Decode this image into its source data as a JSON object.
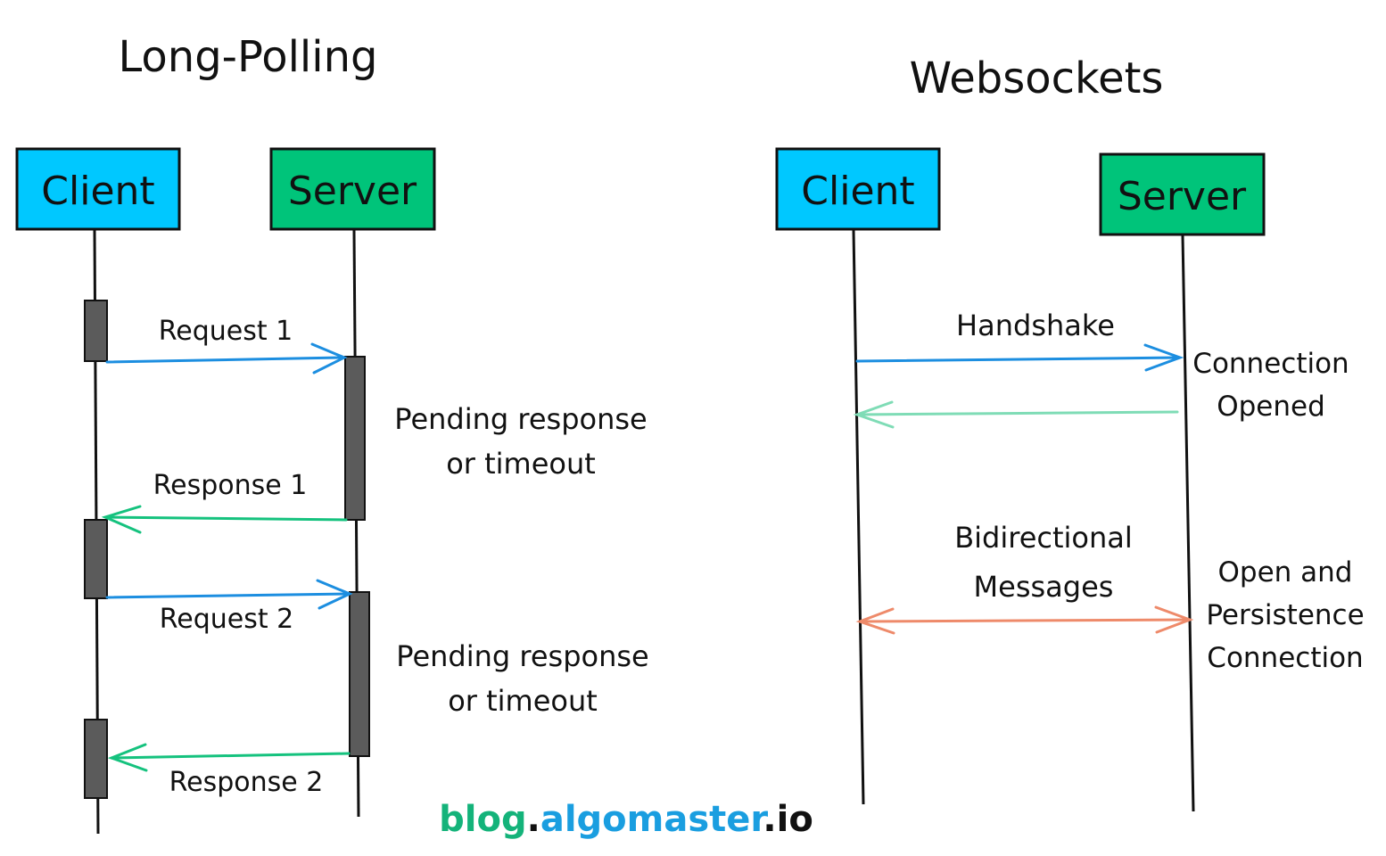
{
  "long_polling": {
    "title": "Long-Polling",
    "client_label": "Client",
    "server_label": "Server",
    "request_1": "Request 1",
    "response_1": "Response 1",
    "request_2": "Request 2",
    "response_2": "Response 2",
    "pending_1": [
      "Pending response",
      "or timeout"
    ],
    "pending_2": [
      "Pending response",
      "or timeout"
    ]
  },
  "websockets": {
    "title": "Websockets",
    "client_label": "Client",
    "server_label": "Server",
    "handshake": "Handshake",
    "connection_opened": [
      "Connection",
      "Opened"
    ],
    "bidirectional": [
      "Bidirectional",
      "Messages"
    ],
    "persistence": [
      "Open and",
      "Persistence",
      "Connection"
    ]
  },
  "watermark": {
    "part1": "blog",
    "dot1": ".",
    "part2": "algomaster",
    "dot2": ".",
    "part3": "io"
  },
  "colors": {
    "client_box": "#00c8ff",
    "server_box": "#00c47a",
    "request_arrow": "#1c8ee0",
    "response_arrow": "#15c27e",
    "ws_response_arrow": "#7fdcb6",
    "bidirectional_arrow": "#ee8a6a",
    "activation": "#5b5b5b",
    "watermark_green": "#14b37a",
    "watermark_blue": "#1a9ee0"
  }
}
